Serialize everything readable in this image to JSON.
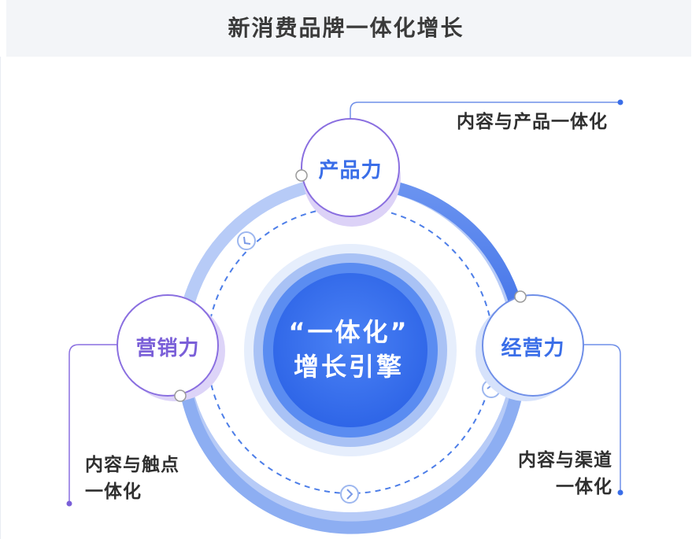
{
  "title": "新消费品牌一体化增长",
  "center": {
    "line1": "“一体化”",
    "line2": "增长引擎"
  },
  "nodes": {
    "product": "产品力",
    "marketing": "营销力",
    "operation": "经营力"
  },
  "callouts": {
    "product": "内容与产品一体化",
    "marketing_line1": "内容与触点",
    "marketing_line2": "一体化",
    "operation_line1": "内容与渠道",
    "operation_line2": "一体化"
  },
  "colors": {
    "primary_blue": "#3a6ee8",
    "light_blue": "#a9c2f5",
    "purple": "#8a6fe0",
    "title_gray": "#3a3a3a"
  }
}
